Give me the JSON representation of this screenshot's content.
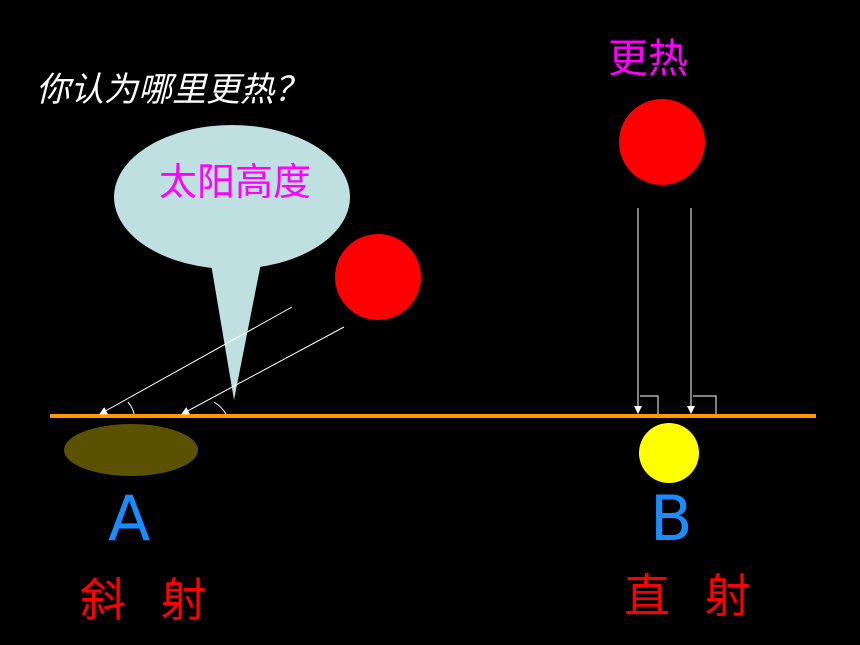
{
  "question": "你认为哪里更热？",
  "hotter_label": "更热",
  "bubble_text": "太阳高度",
  "point_a": "A",
  "point_b": "B",
  "oblique_label": "斜 射",
  "direct_label": "直 射",
  "colors": {
    "background": "#000000",
    "sun": "#ff0000",
    "ground": "#ff9900",
    "bubble": "#bfe0e0",
    "heated_spot_direct": "#ffff00",
    "heated_spot_oblique": "#5a5200",
    "labels_ab": "#1a8cff",
    "ray_label_text": "#ff0000",
    "highlight_text": "#ff00ff"
  }
}
